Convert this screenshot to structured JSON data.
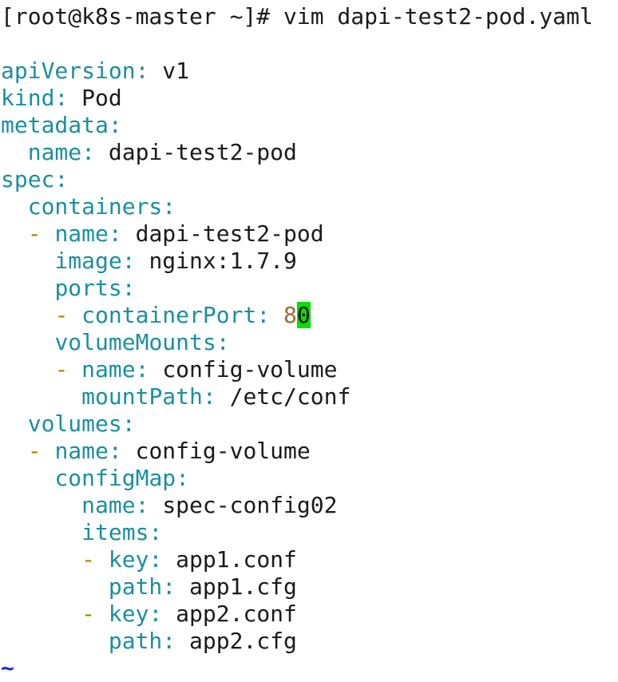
{
  "prompt": "[root@k8s-master ~]# vim dapi-test2-pod.yaml",
  "lines": [
    {
      "indent": "",
      "dash": false,
      "key": "apiVersion",
      "value": "v1"
    },
    {
      "indent": "",
      "dash": false,
      "key": "kind",
      "value": "Pod"
    },
    {
      "indent": "",
      "dash": false,
      "key": "metadata",
      "value": ""
    },
    {
      "indent": "  ",
      "dash": false,
      "key": "name",
      "value": "dapi-test2-pod"
    },
    {
      "indent": "",
      "dash": false,
      "key": "spec",
      "value": ""
    },
    {
      "indent": "  ",
      "dash": false,
      "key": "containers",
      "value": ""
    },
    {
      "indent": "  ",
      "dash": true,
      "key": "name",
      "value": "dapi-test2-pod"
    },
    {
      "indent": "    ",
      "dash": false,
      "key": "image",
      "value": "nginx:1.7.9"
    },
    {
      "indent": "    ",
      "dash": false,
      "key": "ports",
      "value": ""
    },
    {
      "indent": "    ",
      "dash": true,
      "key": "containerPort",
      "value_before_cursor": "8",
      "value_cursor": "0",
      "numeric": true
    },
    {
      "indent": "    ",
      "dash": false,
      "key": "volumeMounts",
      "value": ""
    },
    {
      "indent": "    ",
      "dash": true,
      "key": "name",
      "value": "config-volume"
    },
    {
      "indent": "      ",
      "dash": false,
      "key": "mountPath",
      "value": "/etc/conf"
    },
    {
      "indent": "  ",
      "dash": false,
      "key": "volumes",
      "value": ""
    },
    {
      "indent": "  ",
      "dash": true,
      "key": "name",
      "value": "config-volume"
    },
    {
      "indent": "    ",
      "dash": false,
      "key": "configMap",
      "value": ""
    },
    {
      "indent": "      ",
      "dash": false,
      "key": "name",
      "value": "spec-config02"
    },
    {
      "indent": "      ",
      "dash": false,
      "key": "items",
      "value": ""
    },
    {
      "indent": "      ",
      "dash": true,
      "key": "key",
      "value": "app1.conf"
    },
    {
      "indent": "        ",
      "dash": false,
      "key": "path",
      "value": "app1.cfg"
    },
    {
      "indent": "      ",
      "dash": true,
      "key": "key",
      "value": "app2.conf"
    },
    {
      "indent": "        ",
      "dash": false,
      "key": "path",
      "value": "app2.cfg"
    }
  ],
  "empty_line_marker": "~",
  "colors": {
    "key": "#1a8fa0",
    "dash": "#a38a00",
    "number": "#9a6b2e",
    "cursor": "#00e000",
    "tilde": "#2222dd"
  }
}
